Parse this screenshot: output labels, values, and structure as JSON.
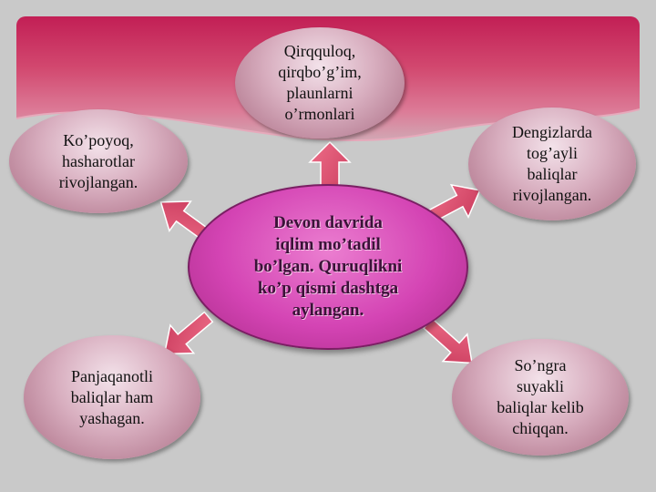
{
  "center": {
    "text": "Devon davrida\niqlim mo’tadil\nbo’lgan. Quruqlikni\nko’p qismi dashtga\naylangan."
  },
  "nodes": {
    "top": "Qirqquloq,\nqirqbo’g’im,\nplaunlarni\no’rmonlari",
    "left": "Ko’poyoq,\nhasharotlar\nrivojlangan.",
    "right": "Dengizlarda\ntog’ayli\nbaliqlar\nrivojlangan.",
    "bottom_left": "Panjaqanotli\nbaliqlar ham\nyashagan.",
    "bottom_right": "So’ngra\nsuyakli\nbaliqlar kelib\nchiqqan."
  },
  "colors": {
    "banner": "#c21f55",
    "arrow": "#e0506f",
    "center_fill": "#d444b4",
    "node_fill": "#d8aebf",
    "background": "#c9c9c9"
  }
}
